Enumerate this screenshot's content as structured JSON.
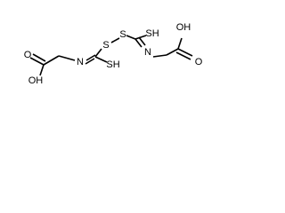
{
  "atoms": [
    {
      "symbol": "OH",
      "name": "oh-left"
    },
    {
      "symbol": "O",
      "name": "o-left"
    },
    {
      "symbol": "N",
      "name": "n-left"
    },
    {
      "symbol": "SH",
      "name": "sh-left"
    },
    {
      "symbol": "S",
      "name": "s-left"
    },
    {
      "symbol": "S",
      "name": "s-right"
    },
    {
      "symbol": "SH",
      "name": "sh-top"
    },
    {
      "symbol": "N",
      "name": "n-right"
    },
    {
      "symbol": "OH",
      "name": "oh-right"
    },
    {
      "symbol": "O",
      "name": "o-right"
    }
  ],
  "colors": {
    "bond": "#000000",
    "label": "#000000",
    "background": "#ffffff"
  }
}
